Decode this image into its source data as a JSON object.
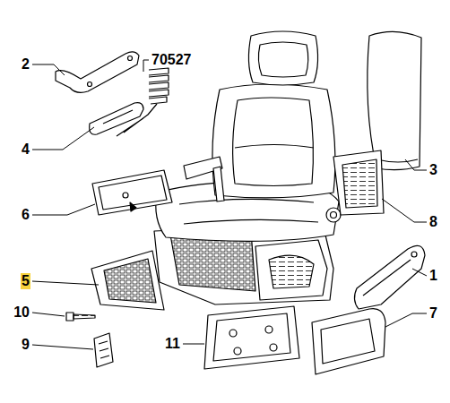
{
  "diagram": {
    "labels": [
      "70527",
      "2",
      "3",
      "4",
      "6",
      "8",
      "5",
      "1",
      "10",
      "7",
      "11",
      "9"
    ]
  }
}
